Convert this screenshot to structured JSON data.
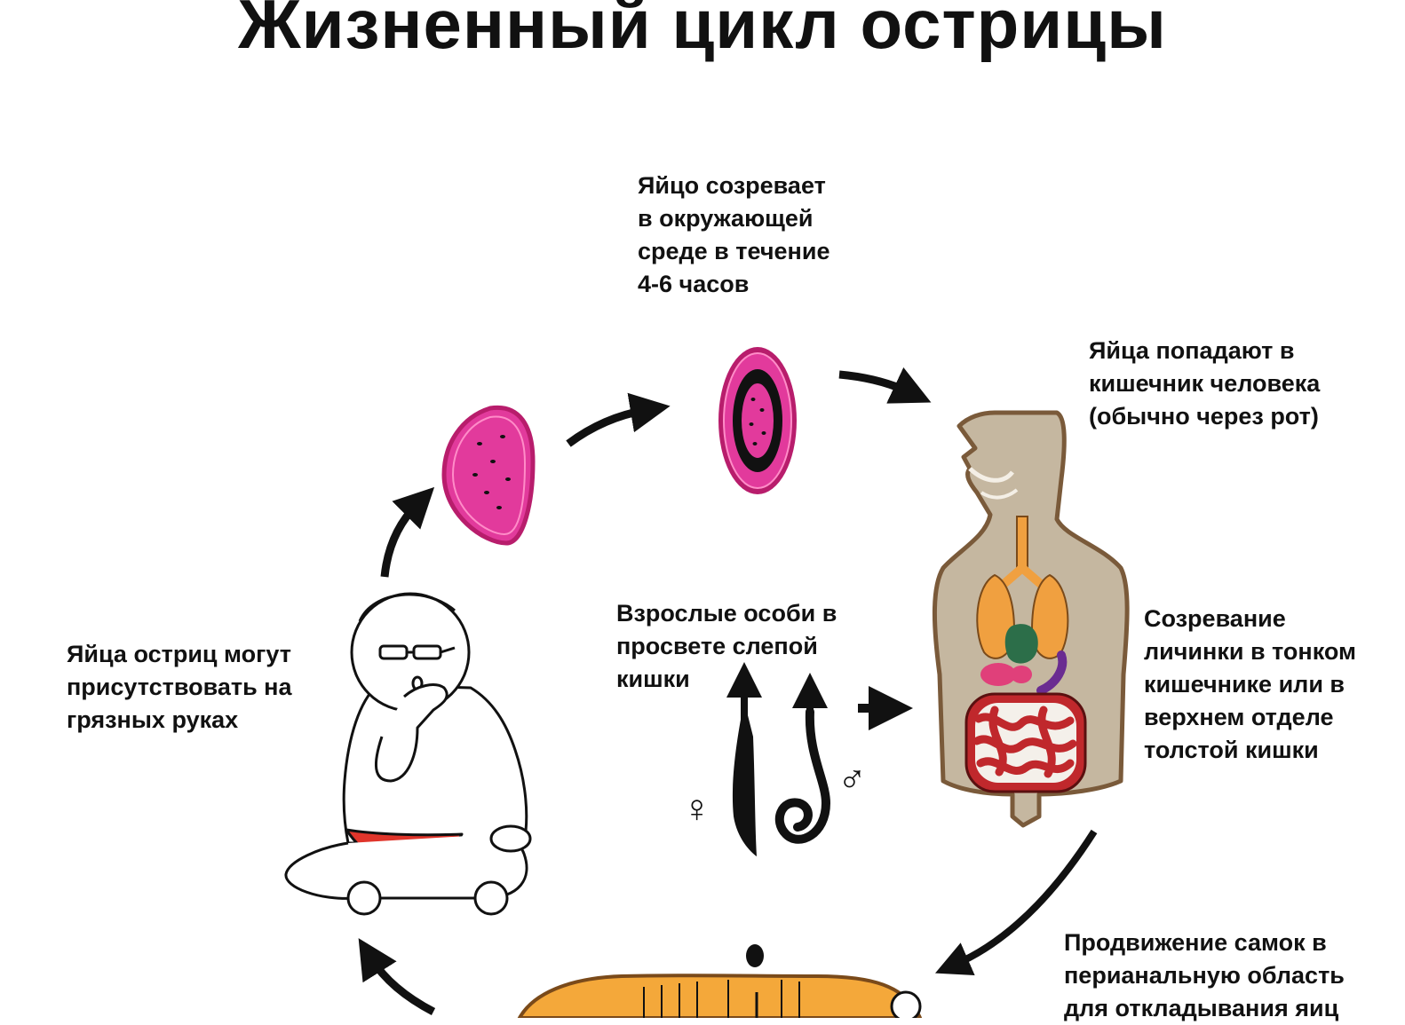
{
  "title": "Жизненный цикл острицы",
  "colors": {
    "egg_fill": "#e23a9c",
    "egg_ring": "#b81d6c",
    "body_fill": "#c5b7a0",
    "body_outline": "#7a5a3a",
    "organ_orange": "#f0a040",
    "organ_green": "#2c6e49",
    "organ_pink": "#e0407a",
    "organ_purple": "#6a2c91",
    "intestine_red": "#c0282c",
    "shorts_red": "#e0352b",
    "perianal_orange": "#f4a83a"
  },
  "stages": {
    "egg_maturation": "Яйцо созревает\nв окружающей\nсреде в течение\n4-6 часов",
    "eggs_enter": "Яйца попадают в\nкишечник человека\n(обычно через рот)",
    "larva_maturation": "Созревание\nличинки в тонком\nкишечнике или в\nверхнем отделе\nтолстой кишки",
    "adults": "Взрослые особи в\nпросвете слепой\nкишки",
    "dirty_hands": "Яйца остриц могут\nприсутствовать на\nгрязных руках",
    "female_migration": "Продвижение самок в\nперианальную область\nдля откладывания яиц"
  },
  "sex_symbols": {
    "female": "♀",
    "male": "♂"
  }
}
